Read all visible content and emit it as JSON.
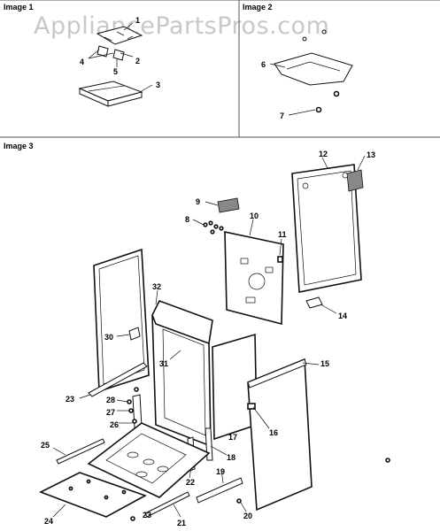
{
  "watermark": "AppliancePartsPros.com",
  "panels": [
    {
      "id": "image-1",
      "label": "Image 1"
    },
    {
      "id": "image-2",
      "label": "Image 2"
    },
    {
      "id": "image-3",
      "label": "Image 3"
    }
  ],
  "callouts": {
    "c1": "1",
    "c2": "2",
    "c3": "3",
    "c4": "4",
    "c5": "5",
    "c6": "6",
    "c7": "7",
    "c8": "8",
    "c9": "9",
    "c10": "10",
    "c11": "11",
    "c12": "12",
    "c13": "13",
    "c14": "14",
    "c15": "15",
    "c16": "16",
    "c17": "17",
    "c18": "18",
    "c19": "19",
    "c20": "20",
    "c21": "21",
    "c22": "22",
    "c23a": "23",
    "c23b": "23",
    "c24": "24",
    "c25": "25",
    "c26": "26",
    "c27": "27",
    "c28": "28",
    "c30": "30",
    "c31": "31",
    "c32": "32"
  }
}
